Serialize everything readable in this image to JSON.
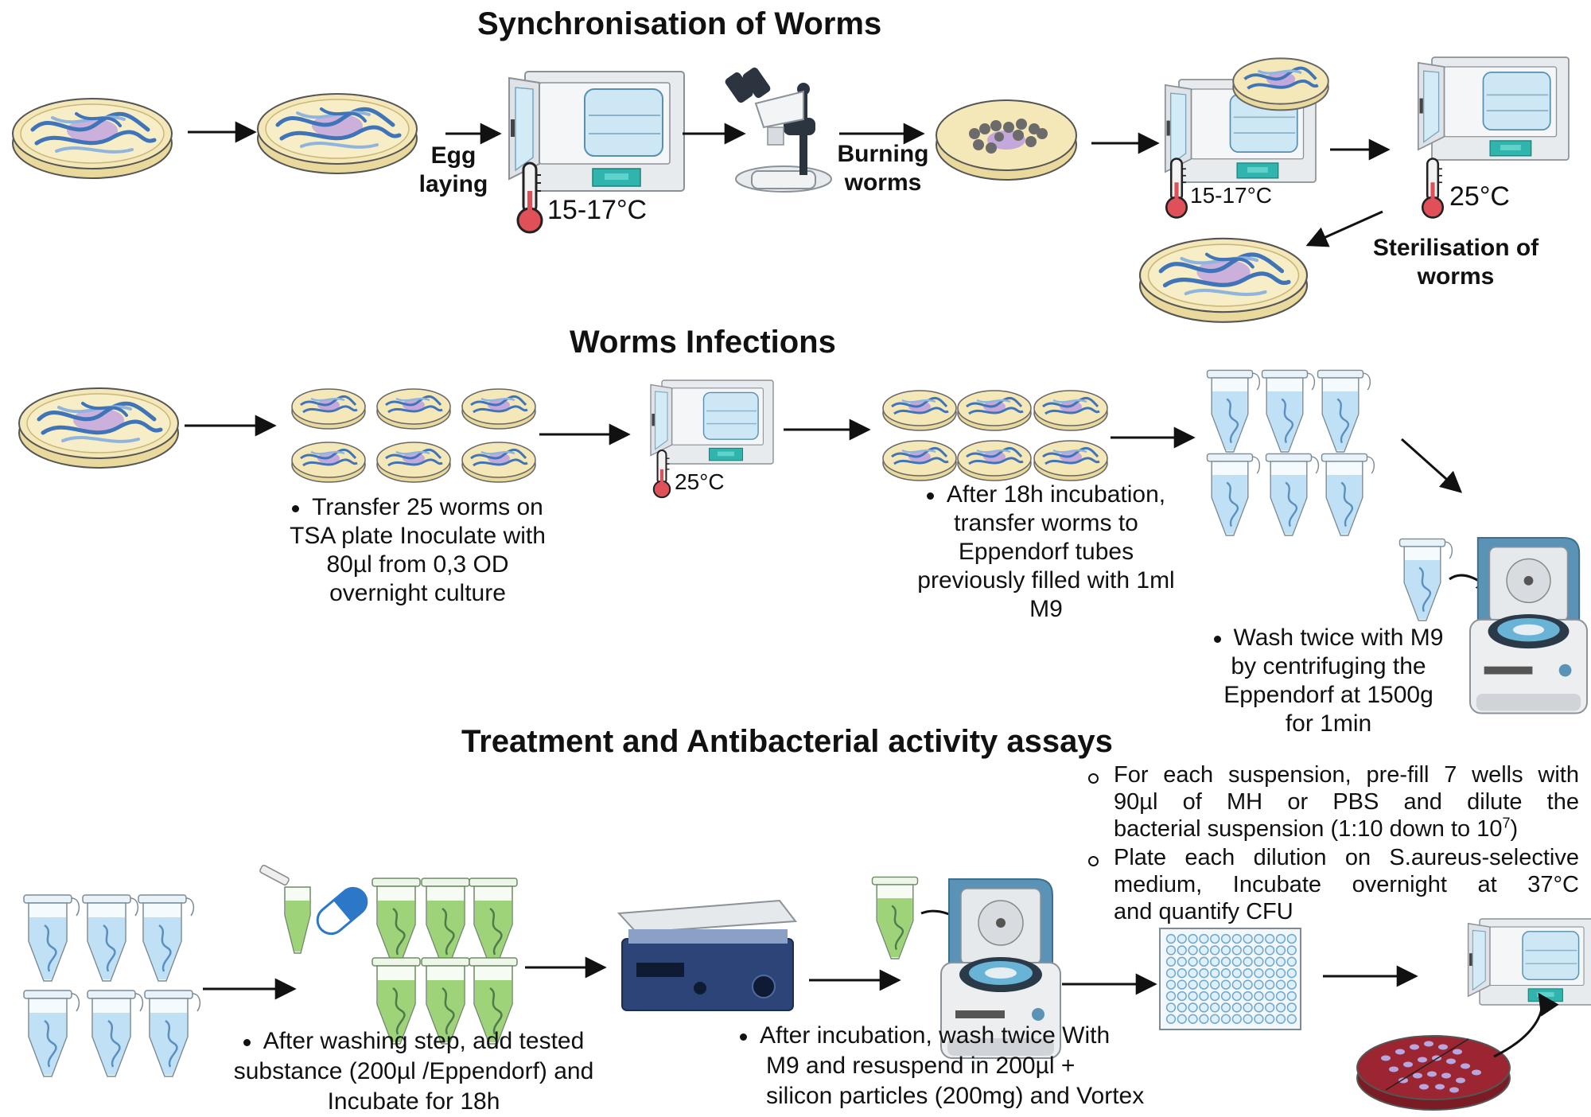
{
  "sections": {
    "sync_title": "Synchronisation of Worms",
    "infection_title": "Worms Infections",
    "treatment_title": "Treatment and Antibacterial activity assays"
  },
  "sync": {
    "egg_laying": [
      "Egg",
      "laying"
    ],
    "temp_1": "15-17°C",
    "burning": [
      "Burning",
      "worms"
    ],
    "temp_2": "15-17°C",
    "temp_3": "25°C",
    "sterilisation": [
      "Sterilisation of",
      "worms"
    ]
  },
  "infection": {
    "temp": "25°C",
    "note_1": [
      "Transfer 25 worms on",
      "TSA plate Inoculate with",
      "80µl from 0,3 OD",
      "overnight culture"
    ],
    "note_2": [
      "After 18h incubation,",
      "transfer worms to",
      "Eppendorf tubes",
      "previously filled with 1ml",
      "M9"
    ],
    "note_3": [
      "Wash twice with M9",
      "by centrifuging the",
      "Eppendorf at 1500g",
      "for 1min"
    ]
  },
  "treatment": {
    "note_1": [
      "After washing step, add tested",
      "substance (200µl /Eppendorf) and",
      "Incubate for 18h"
    ],
    "note_2": [
      "After incubation, wash twice With",
      "M9 and resuspend in 200µl +",
      "silicon particles (200mg) and Vortex"
    ],
    "assay_1": {
      "line_1": "For each suspension, pre-fill 7 wells with",
      "line_2": "90µl of MH or PBS and dilute the",
      "line_3_text": "bacterial suspension (1:10 down to 10",
      "line_3_sup": "7",
      "line_3_end": ")"
    },
    "assay_2": {
      "line_1": "Plate each dilution on S.aureus-selective",
      "line_2": "medium, Incubate overnight at 37°C",
      "line_3": "and quantify CFU"
    }
  },
  "colors": {
    "agar": "#f4e6b0",
    "worm": "#4a7fc0",
    "worm_pale": "#a9c6e6",
    "bacteria": "#b8a2d8",
    "liquid_blue": "#bfe0f5",
    "liquid_green": "#9fd37a",
    "incubator_teal": "#2fb5ad",
    "centrifuge_blue": "#5a93b5",
    "vortex_navy": "#2d4478",
    "red_agar": "#9b2530",
    "thermo_red": "#e05058"
  }
}
